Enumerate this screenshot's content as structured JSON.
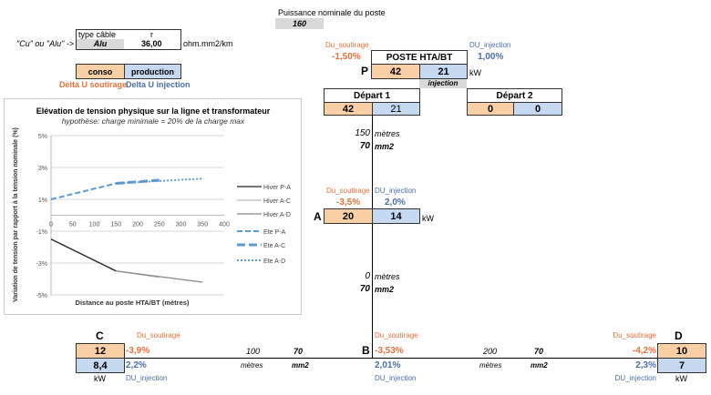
{
  "header": {
    "puissance_label": "Puissance nominale du poste",
    "puissance_value": "160"
  },
  "cable": {
    "hint": "\"Cu\" ou \"Alu\" ->",
    "type_header": "type câble",
    "r_header": "r",
    "type_value": "Alu",
    "r_value": "36,00",
    "unit": "ohm.mm2/km"
  },
  "legend_boxes": {
    "conso": "conso",
    "production": "production",
    "conso_desc": "Delta U soutirage",
    "production_desc": "Delta U injection"
  },
  "poste": {
    "title": "POSTE HTA/BT",
    "label": "P",
    "conso": "42",
    "prod": "21",
    "unit": "kW",
    "injection_label": "injection",
    "du_soutirage_label": "Du_soutirage",
    "du_soutirage": "-1,50%",
    "du_injection_label": "DU_injection",
    "du_injection": "1,00%"
  },
  "depart1": {
    "title": "Départ 1",
    "conso": "42",
    "prod": "21"
  },
  "depart2": {
    "title": "Départ 2",
    "conso": "0",
    "prod": "0"
  },
  "seg_PA": {
    "length": "150",
    "length_unit": "mètres",
    "section": "70",
    "section_unit": "mm2"
  },
  "node_A": {
    "label": "A",
    "conso": "20",
    "prod": "14",
    "unit": "kW",
    "du_soutirage_label": "Du_soutirage",
    "du_soutirage": "-3,5%",
    "du_injection_label": "DU_injection",
    "du_injection": "2,0%"
  },
  "seg_AB": {
    "length": "0",
    "length_unit": "mètres",
    "section": "70",
    "section_unit": "mm2"
  },
  "node_C": {
    "label": "C",
    "conso": "12",
    "prod": "8,4",
    "unit": "kW",
    "du_soutirage_label": "Du_soutirage",
    "du_soutirage": "-3,9%",
    "du_injection": "2,2%",
    "du_injection_label": "DU_injection"
  },
  "seg_BC": {
    "length": "100",
    "length_unit": "mètres",
    "section": "70",
    "section_unit": "mm2"
  },
  "node_B": {
    "label": "B",
    "du_soutirage_label": "Du_soutirage",
    "du_soutirage": "-3,53%",
    "du_injection": "2,01%",
    "du_injection_label": "DU_injection"
  },
  "seg_BD": {
    "length": "200",
    "length_unit": "mètres",
    "section": "70",
    "section_unit": "mm2"
  },
  "node_D": {
    "label": "D",
    "conso": "10",
    "prod": "7",
    "unit": "kW",
    "du_soutirage_label": "Du_soutirage",
    "du_soutirage": "-4,2%",
    "du_injection": "2,3%",
    "du_injection_label": "DU_injection"
  },
  "chart_data": {
    "type": "line",
    "title": "Elévation de tension physique sur la ligne et transformateur",
    "subtitle": "hypothèse: charge minimale = 20% de la charge max",
    "xlabel": "Distance au poste HTA/BT (mètres)",
    "ylabel": "Variation de tension par rapport à la tension nominale (%)",
    "xlim": [
      0,
      400
    ],
    "ylim": [
      -5,
      5
    ],
    "x_ticks": [
      "0",
      "50",
      "100",
      "150",
      "200",
      "250",
      "300",
      "350",
      "400"
    ],
    "y_ticks": [
      "5%",
      "3%",
      "1%",
      "-1%",
      "-3%",
      "-5%"
    ],
    "legend_position": "right",
    "series": [
      {
        "name": "Hiver P-A",
        "style": "solid",
        "color": "#222222",
        "points": [
          [
            0,
            -1.5
          ],
          [
            150,
            -3.5
          ]
        ]
      },
      {
        "name": "Hiver A-C",
        "style": "solid",
        "color": "#bbbbbb",
        "points": [
          [
            150,
            -3.5
          ],
          [
            250,
            -3.9
          ]
        ]
      },
      {
        "name": "Hiver A-D",
        "style": "solid",
        "color": "#888888",
        "points": [
          [
            150,
            -3.5
          ],
          [
            350,
            -4.2
          ]
        ]
      },
      {
        "name": "Ete P-A",
        "style": "dash",
        "color": "#5b9bd5",
        "points": [
          [
            0,
            1.0
          ],
          [
            150,
            2.0
          ]
        ]
      },
      {
        "name": "Ete A-C",
        "style": "longdash",
        "color": "#5b9bd5",
        "points": [
          [
            150,
            2.0
          ],
          [
            250,
            2.2
          ]
        ]
      },
      {
        "name": "Ete A-D",
        "style": "dot",
        "color": "#5b9bd5",
        "points": [
          [
            150,
            2.0
          ],
          [
            350,
            2.3
          ]
        ]
      }
    ]
  }
}
